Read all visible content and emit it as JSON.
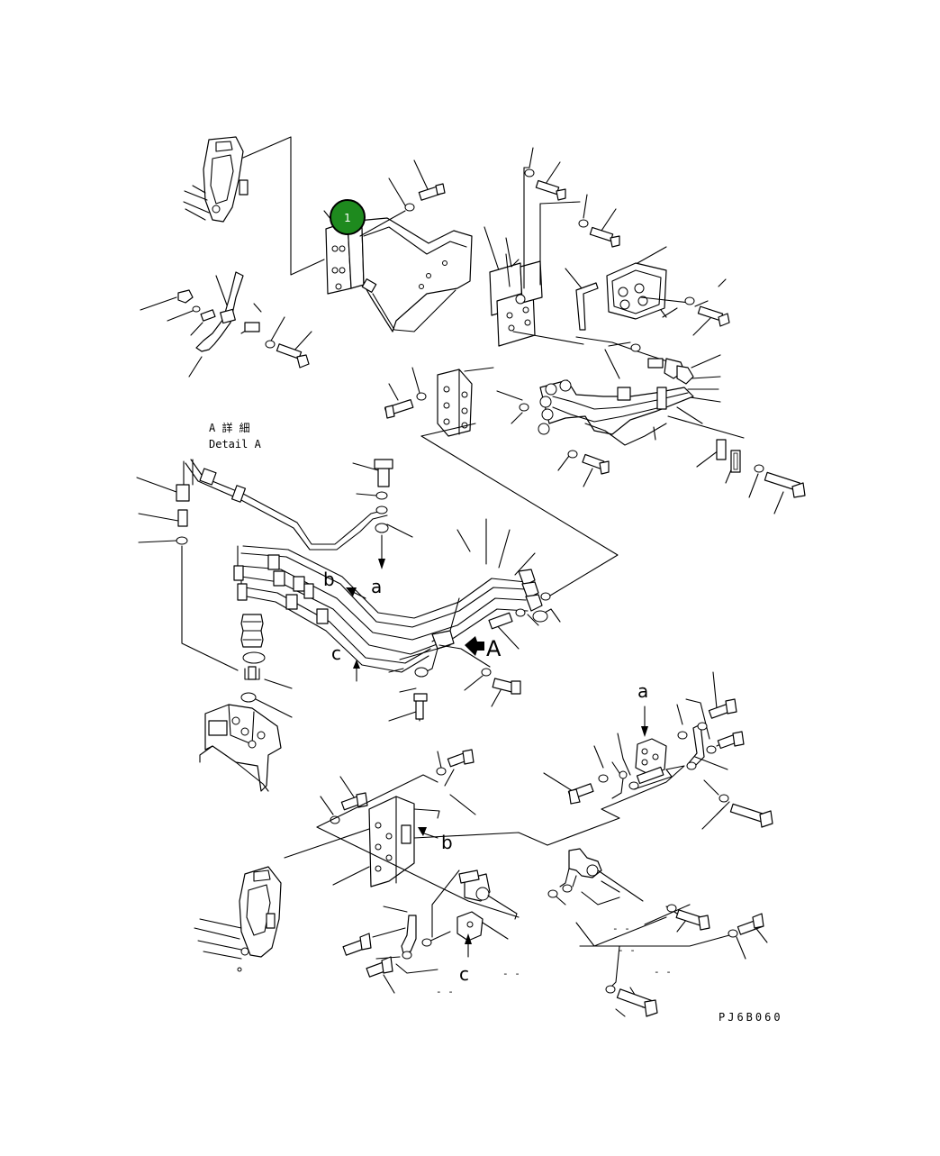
{
  "detail": {
    "jp": "A 詳 細",
    "en": "Detail A"
  },
  "callouts": {
    "a_top": "a",
    "b_top": "b",
    "c_top": "c",
    "A_arrow": "A",
    "a_bottom": "a",
    "b_bottom": "b",
    "c_bottom": "c"
  },
  "marker": {
    "label": "1",
    "color": "#1e8a1e"
  },
  "drawing_code": "PJ6B060",
  "dashes": [
    "- -",
    "- -",
    "- -",
    "- -",
    "- -"
  ]
}
